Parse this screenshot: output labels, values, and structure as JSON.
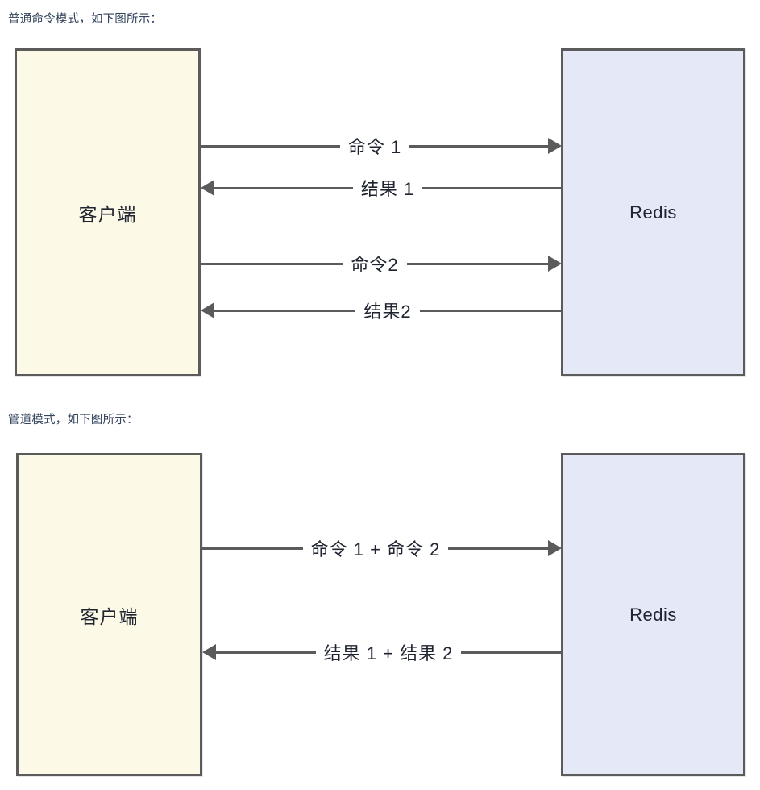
{
  "page": {
    "background": "#ffffff",
    "text_color": "#33445c"
  },
  "palette": {
    "client_fill": "#fcf9e7",
    "redis_fill": "#e5e9f7",
    "stroke": "#5b5b5b",
    "label_text": "#1f2430"
  },
  "sections": [
    {
      "caption": "普通命令模式，如下图所示：",
      "left_node": "客户端",
      "right_node": "Redis",
      "flows": [
        {
          "label": "命令 1",
          "direction": "right"
        },
        {
          "label": "结果 1",
          "direction": "left"
        },
        {
          "label": "命令2",
          "direction": "right"
        },
        {
          "label": "结果2",
          "direction": "left"
        }
      ]
    },
    {
      "caption": "管道模式，如下图所示：",
      "left_node": "客户端",
      "right_node": "Redis",
      "flows": [
        {
          "label": "命令 1 + 命令 2",
          "direction": "right"
        },
        {
          "label": "结果 1 + 结果 2",
          "direction": "left"
        }
      ]
    }
  ]
}
